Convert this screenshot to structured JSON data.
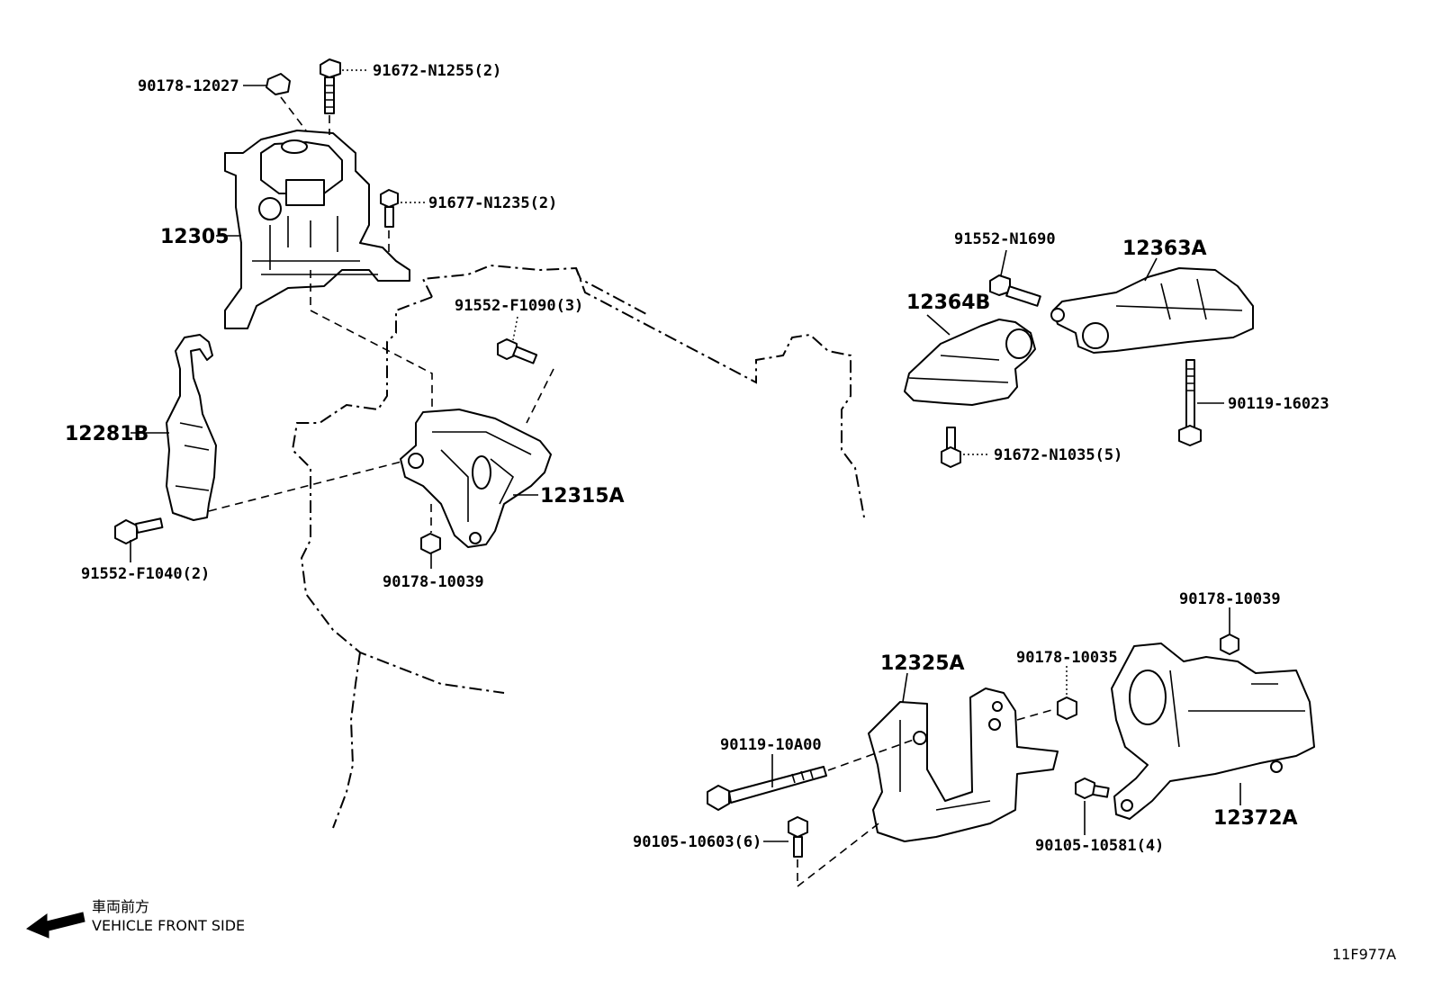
{
  "diagram": {
    "parts": {
      "p90178_12027": "90178-12027",
      "p91672_N1255": "91672-N1255(2)",
      "p91677_N1235": "91677-N1235(2)",
      "p12305": "12305",
      "p12281B": "12281B",
      "p91552_F1040": "91552-F1040(2)",
      "p91552_F1090": "91552-F1090(3)",
      "p12315A": "12315A",
      "p90178_10039_a": "90178-10039",
      "p91552_N1690": "91552-N1690",
      "p12363A": "12363A",
      "p12364B": "12364B",
      "p90119_16023": "90119-16023",
      "p91672_N1035": "91672-N1035(5)",
      "p90178_10039_b": "90178-10039",
      "p90178_10035": "90178-10035",
      "p12325A": "12325A",
      "p90119_10A00": "90119-10A00",
      "p90105_10603": "90105-10603(6)",
      "p90105_10581": "90105-10581(4)",
      "p12372A": "12372A"
    },
    "direction_jp": "車両前方",
    "direction_en": "VEHICLE FRONT SIDE",
    "figure_code": "11F977A"
  }
}
